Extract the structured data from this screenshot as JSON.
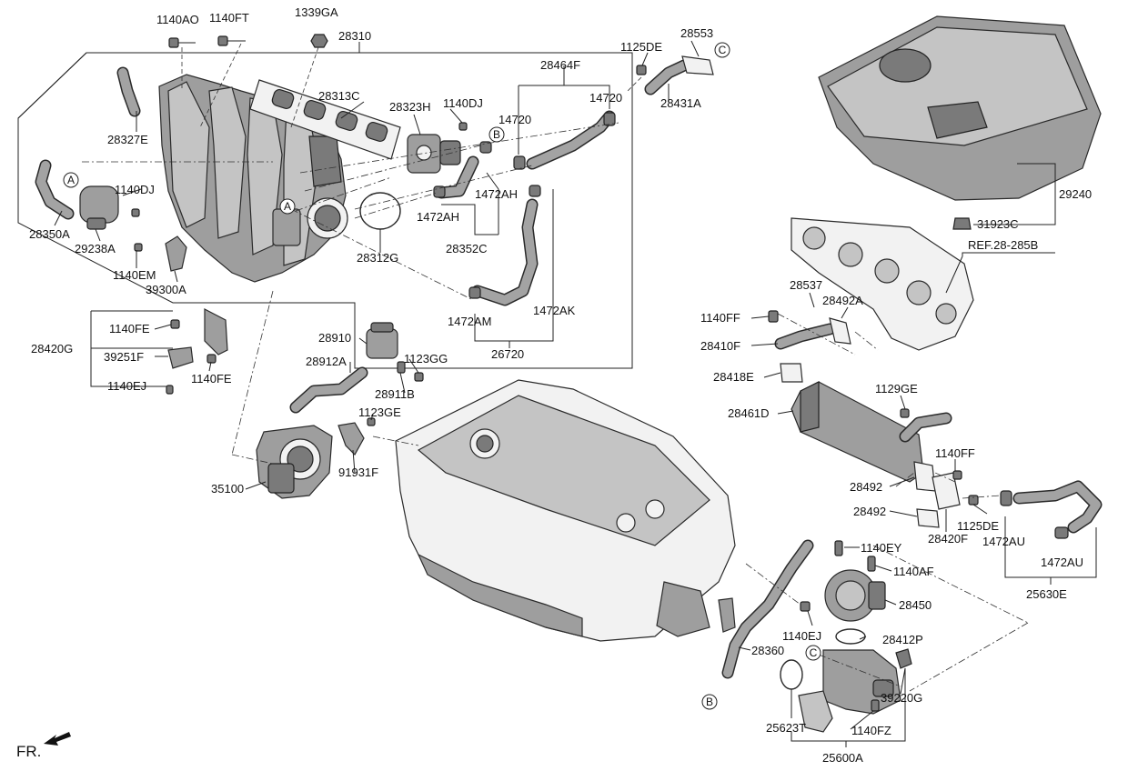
{
  "diagram": {
    "labels": [
      {
        "id": "l1140AO",
        "text": "1140AO"
      },
      {
        "id": "l1140FT",
        "text": "1140FT"
      },
      {
        "id": "l1339GA",
        "text": "1339GA"
      },
      {
        "id": "l28310",
        "text": "28310"
      },
      {
        "id": "l28313C",
        "text": "28313C"
      },
      {
        "id": "l28323H",
        "text": "28323H"
      },
      {
        "id": "l1140DJa",
        "text": "1140DJ"
      },
      {
        "id": "l28327E",
        "text": "28327E"
      },
      {
        "id": "l1140DJb",
        "text": "1140DJ"
      },
      {
        "id": "l28350A",
        "text": "28350A"
      },
      {
        "id": "l29238A",
        "text": "29238A"
      },
      {
        "id": "l1140EM",
        "text": "1140EM"
      },
      {
        "id": "l39300A",
        "text": "39300A"
      },
      {
        "id": "l28312G",
        "text": "28312G"
      },
      {
        "id": "l1472AHa",
        "text": "1472AH"
      },
      {
        "id": "l1472AHb",
        "text": "1472AH"
      },
      {
        "id": "l28352C",
        "text": "28352C"
      },
      {
        "id": "l14720a",
        "text": "14720"
      },
      {
        "id": "l14720b",
        "text": "14720"
      },
      {
        "id": "l28464F",
        "text": "28464F"
      },
      {
        "id": "l1125DEa",
        "text": "1125DE"
      },
      {
        "id": "l28553",
        "text": "28553"
      },
      {
        "id": "l28431A",
        "text": "28431A"
      },
      {
        "id": "l1472AM",
        "text": "1472AM"
      },
      {
        "id": "l1472AK",
        "text": "1472AK"
      },
      {
        "id": "l26720",
        "text": "26720"
      },
      {
        "id": "l1140FEa",
        "text": "1140FE"
      },
      {
        "id": "l28420G",
        "text": "28420G"
      },
      {
        "id": "l39251F",
        "text": "39251F"
      },
      {
        "id": "l1140FEb",
        "text": "1140FE"
      },
      {
        "id": "l1140EJa",
        "text": "1140EJ"
      },
      {
        "id": "l28910",
        "text": "28910"
      },
      {
        "id": "l28912A",
        "text": "28912A"
      },
      {
        "id": "l1123GG",
        "text": "1123GG"
      },
      {
        "id": "l28911B",
        "text": "28911B"
      },
      {
        "id": "l1123GE",
        "text": "1123GE"
      },
      {
        "id": "l91931F",
        "text": "91931F"
      },
      {
        "id": "l35100",
        "text": "35100"
      },
      {
        "id": "l29240",
        "text": "29240"
      },
      {
        "id": "l31923C",
        "text": "31923C"
      },
      {
        "id": "lREF",
        "text": "REF.28-285B"
      },
      {
        "id": "l28537",
        "text": "28537"
      },
      {
        "id": "l28492A",
        "text": "28492A"
      },
      {
        "id": "l1140FFa",
        "text": "1140FF"
      },
      {
        "id": "l28410F",
        "text": "28410F"
      },
      {
        "id": "l28418E",
        "text": "28418E"
      },
      {
        "id": "l1129GE",
        "text": "1129GE"
      },
      {
        "id": "l28461D",
        "text": "28461D"
      },
      {
        "id": "l1140FFb",
        "text": "1140FF"
      },
      {
        "id": "l28492a",
        "text": "28492"
      },
      {
        "id": "l28492b",
        "text": "28492"
      },
      {
        "id": "l1125DEb",
        "text": "1125DE"
      },
      {
        "id": "l28420F",
        "text": "28420F"
      },
      {
        "id": "l1472AUa",
        "text": "1472AU"
      },
      {
        "id": "l1472AUb",
        "text": "1472AU"
      },
      {
        "id": "l25630E",
        "text": "25630E"
      },
      {
        "id": "l1140EY",
        "text": "1140EY"
      },
      {
        "id": "l1140AF",
        "text": "1140AF"
      },
      {
        "id": "l28450",
        "text": "28450"
      },
      {
        "id": "l1140EJb",
        "text": "1140EJ"
      },
      {
        "id": "l28412P",
        "text": "28412P"
      },
      {
        "id": "l28360",
        "text": "28360"
      },
      {
        "id": "l39220G",
        "text": "39220G"
      },
      {
        "id": "l25623T",
        "text": "25623T"
      },
      {
        "id": "l1140FZ",
        "text": "1140FZ"
      },
      {
        "id": "l25600A",
        "text": "25600A"
      }
    ],
    "callouts": {
      "a1": "A",
      "a2": "A",
      "b1": "B",
      "b2": "B",
      "c1": "C",
      "c2": "C"
    },
    "front_marker": "FR."
  }
}
